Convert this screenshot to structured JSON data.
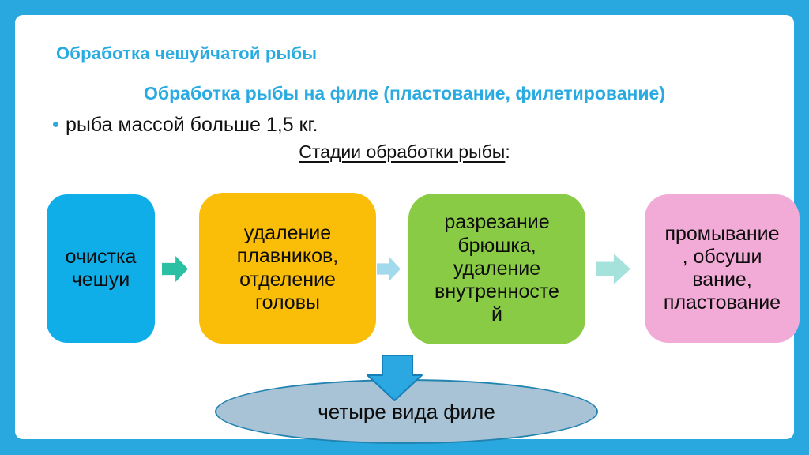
{
  "slide": {
    "title": "Обработка чешуйчатой рыбы",
    "subtitle": "Обработка рыбы на филе (пластование, филетирование)",
    "bullet": "рыба массой больше 1,5 кг.",
    "stages_heading": "Стадии обработки рыбы",
    "stages_heading_suffix": ":"
  },
  "flow": {
    "steps": [
      {
        "text": "очистка\nчешуи",
        "color": "#0FAEE8"
      },
      {
        "text": "удаление\nплавников,\nотделение\nголовы",
        "color": "#FBBE08"
      },
      {
        "text": "разрезание\nбрюшка,\nудаление\nвнутренносте\nй",
        "color": "#8ACB45"
      },
      {
        "text": "промывание\n, обсуши\nвание,\nпластование",
        "color": "#F2ABD6"
      }
    ],
    "connectors": [
      {
        "color": "#2BBFA4"
      },
      {
        "color": "#A2D9EC"
      },
      {
        "color": "#A5E2DC"
      }
    ],
    "down_arrow": {
      "fill": "#2BA7E2",
      "border": "#1580B8"
    },
    "result": {
      "text": "четыре вида филе",
      "fill": "#A8C2D6",
      "border": "#2083B0"
    }
  },
  "colors": {
    "frame": "#29A8E0",
    "accent": "#29ABE2",
    "text": "#111111"
  }
}
